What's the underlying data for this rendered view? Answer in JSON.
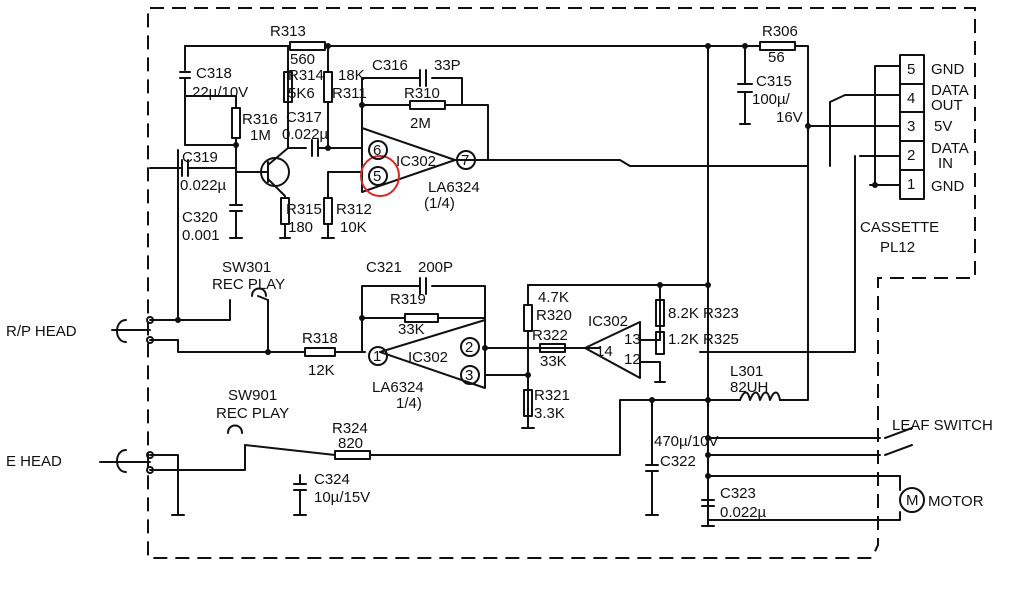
{
  "labels": {
    "r313": "R313",
    "r313v": "560",
    "r314": "R314",
    "r314v": "5K6",
    "c318": "C318",
    "c318v": "22µ/10V",
    "r316": "R316",
    "r316v": "1M",
    "c317": "C317",
    "c317v": "0.022µ",
    "r311v": "18K",
    "r311": "R311",
    "c316": "C316",
    "c316v": "33P",
    "r310": "R310",
    "r310v": "2M",
    "ic302": "IC302",
    "la6324": "LA6324",
    "quarter": "(1/4)",
    "pin6": "6",
    "pin5": "5",
    "pin7": "7",
    "c319": "C319",
    "c319v": "0.022µ",
    "c320": "C320",
    "c320v": "0.001",
    "r315": "R315",
    "r315v": "180",
    "r312": "R312",
    "r312v": "10K",
    "r306": "R306",
    "r306v": "56",
    "c315": "C315",
    "c315v1": "100µ/",
    "c315v2": "16V",
    "conn": [
      "5",
      "4",
      "3",
      "2",
      "1"
    ],
    "gnd5": "GND",
    "data_out1": "DATA",
    "data_out2": "OUT",
    "v5": "5V",
    "data_in1": "DATA",
    "data_in2": "IN",
    "gnd1": "GND",
    "cassette": "CASSETTE",
    "pl12": "PL12",
    "sw301": "SW301",
    "recplay1": "REC PLAY",
    "c321": "C321",
    "c321v": "200P",
    "r319": "R319",
    "r319v": "33K",
    "r318": "R318",
    "r318v": "12K",
    "pin1": "1",
    "pin2": "2",
    "pin3": "3",
    "la6324b": "LA6324",
    "quarterb": "1/4)",
    "r320v": "4.7K",
    "r320": "R320",
    "r322": "R322",
    "r322v": "33K",
    "r321": "R321",
    "r321v": "3.3K",
    "ic302b": "IC302",
    "pin14": "14",
    "pin13": "13",
    "pin12": "12",
    "r323": "8.2K R323",
    "r325": "1.2K R325",
    "rp_head": "R/P HEAD",
    "e_head": "E HEAD",
    "sw901": "SW901",
    "recplay2": "REC PLAY",
    "r324": "R324",
    "r324v": "820",
    "c324": "C324",
    "c324v": "10µ/15V",
    "l301": "L301",
    "l301v": "82UH",
    "c322v": "470µ/10V",
    "c322": "C322",
    "c323": "C323",
    "c323v": "0.022µ",
    "leaf": "LEAF SWITCH",
    "motor": "MOTOR",
    "motor_m": "M"
  },
  "colors": {
    "ink": "#111111",
    "highlight": "#d42a2a",
    "paper": "#ffffff"
  }
}
